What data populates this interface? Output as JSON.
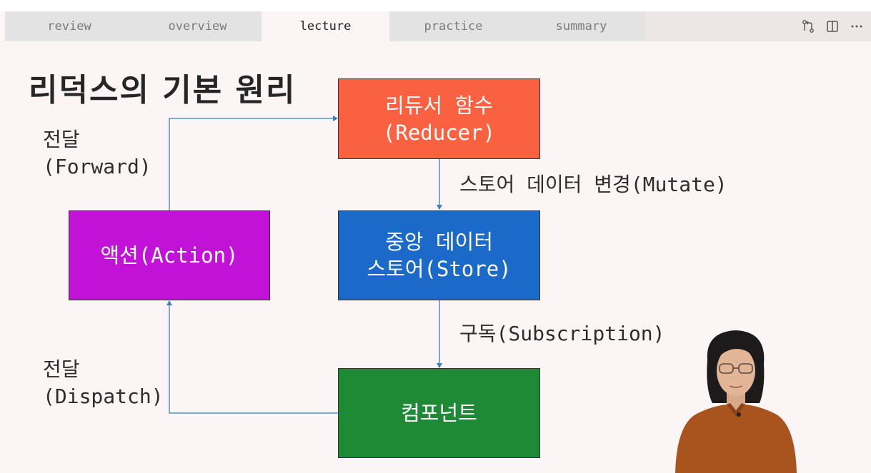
{
  "tabs": [
    {
      "label": "review"
    },
    {
      "label": "overview"
    },
    {
      "label": "lecture"
    },
    {
      "label": "practice"
    },
    {
      "label": "summary"
    }
  ],
  "active_tab": "lecture",
  "toolbar_icons": [
    "source-control-icon",
    "split-editor-icon",
    "more-actions-icon"
  ],
  "slide": {
    "title": "리덕스의 기본 원리",
    "forward_label": {
      "line1": "전달",
      "line2": "(Forward)"
    },
    "dispatch_label": {
      "line1": "전달",
      "line2": "(Dispatch)"
    },
    "mutate_label": "스토어 데이터 변경(Mutate)",
    "subscription_label": "구독(Subscription)",
    "reducer_box": {
      "line1": "리듀서 함수",
      "line2": "(Reducer)",
      "color": "#fa6141"
    },
    "store_box": {
      "line1": "중앙 데이터",
      "line2": "스토어(Store)",
      "color": "#1b69c9"
    },
    "component_box": {
      "line1": "컴포넌트",
      "color": "#1f8a36"
    },
    "action_box": {
      "line1": "액션(Action)",
      "color": "#c312d8"
    },
    "connector_color": "#3b7fc4"
  }
}
